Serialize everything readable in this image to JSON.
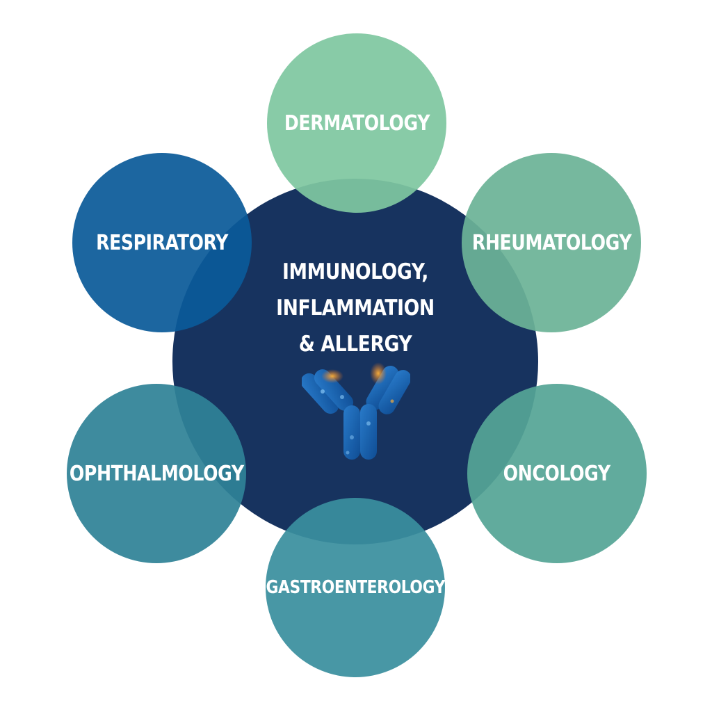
{
  "center": {
    "title": "IMMUNOLOGY,\nINFLAMMATION\n& ALLERGY",
    "icon": "antibody-icon",
    "color": "#17335f"
  },
  "satellites": [
    {
      "label": "DERMATOLOGY",
      "color": "#7fc7a0"
    },
    {
      "label": "RHEUMATOLOGY",
      "color": "#6cb397"
    },
    {
      "label": "ONCOLOGY",
      "color": "#55a596"
    },
    {
      "label": "GASTROENTEROLOGY",
      "color": "#3a8f9e"
    },
    {
      "label": "OPHTHALMOLOGY",
      "color": "#2f8297"
    },
    {
      "label": "RESPIRATORY",
      "color": "#0b5a99"
    }
  ]
}
